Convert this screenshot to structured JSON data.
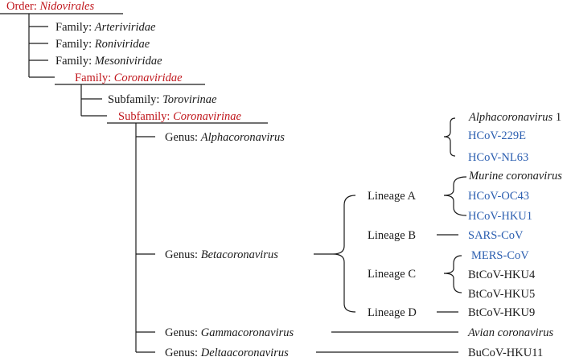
{
  "colors": {
    "highlight": "#c0161c",
    "human_virus": "#2c5fb0",
    "text": "#1a1a1a"
  },
  "order": {
    "prefix": "Order: ",
    "name": "Nidovirales"
  },
  "families": [
    {
      "prefix": "Family: ",
      "name": "Arteriviridae"
    },
    {
      "prefix": "Family: ",
      "name": "Roniviridae"
    },
    {
      "prefix": "Family: ",
      "name": "Mesoniviridae"
    },
    {
      "prefix": "Family: ",
      "name": "Coronaviridae"
    }
  ],
  "subfamilies": [
    {
      "prefix": "Subfamily: ",
      "name": "Torovirinae"
    },
    {
      "prefix": "Subfamily: ",
      "name": "Coronavirinae"
    }
  ],
  "genera": [
    {
      "prefix": "Genus: ",
      "name": "Alphacoronavirus"
    },
    {
      "prefix": "Genus: ",
      "name": "Betacoronavirus"
    },
    {
      "prefix": "Genus: ",
      "name": "Gammacoronavirus"
    },
    {
      "prefix": "Genus: ",
      "name": "Deltaacoronavirus"
    }
  ],
  "alpha_species": [
    {
      "text": "Alphacoronavirus",
      "suffix": " 1"
    },
    {
      "text": "HCoV-229E"
    },
    {
      "text": "HCoV-NL63"
    }
  ],
  "lineages": [
    "Lineage A",
    "Lineage B",
    "Lineage C",
    "Lineage D"
  ],
  "lineage_a_species": [
    "Murine coronavirus",
    "HCoV-OC43",
    "HCoV-HKU1"
  ],
  "lineage_b_species": [
    "SARS-CoV"
  ],
  "lineage_c_species": [
    "MERS-CoV",
    "BtCoV-HKU4",
    "BtCoV-HKU5"
  ],
  "lineage_d_species": [
    "BtCoV-HKU9"
  ],
  "gamma_species": [
    "Avian coronavirus"
  ],
  "delta_species": [
    "BuCoV-HKU11"
  ]
}
